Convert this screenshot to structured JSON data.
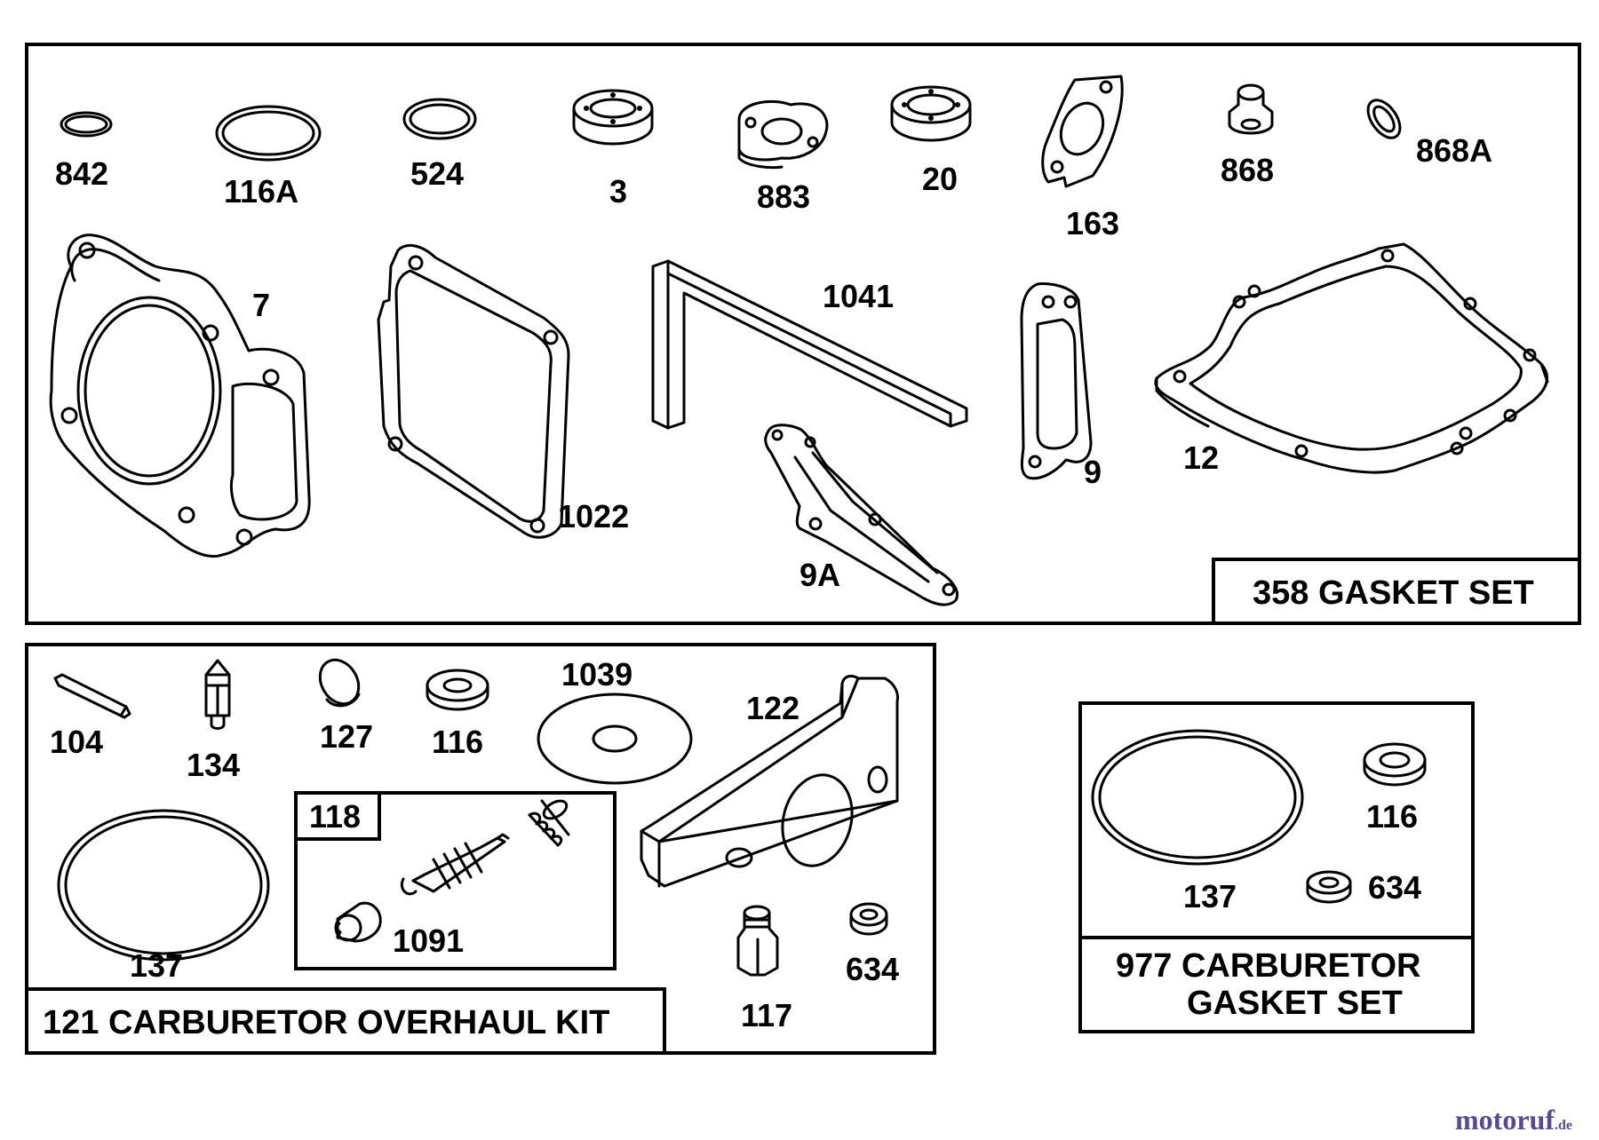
{
  "gasket_set": {
    "title": "358 GASKET SET",
    "parts": {
      "p842": "842",
      "p116A": "116A",
      "p524": "524",
      "p3": "3",
      "p883": "883",
      "p20": "20",
      "p163": "163",
      "p868": "868",
      "p868A": "868A",
      "p7": "7",
      "p1041": "1041",
      "p1022": "1022",
      "p9A": "9A",
      "p9": "9",
      "p12": "12"
    }
  },
  "overhaul_kit": {
    "title": "121 CARBURETOR OVERHAUL KIT",
    "parts": {
      "p104": "104",
      "p134": "134",
      "p127": "127",
      "p116": "116",
      "p1039": "1039",
      "p122": "122",
      "p137": "137",
      "p117": "117",
      "p634": "634"
    },
    "sub_kit": {
      "title": "118",
      "parts": {
        "p1091": "1091"
      }
    }
  },
  "carb_gasket_set": {
    "title_line1": "977 CARBURETOR",
    "title_line2": "GASKET SET",
    "parts": {
      "p137": "137",
      "p116": "116",
      "p634": "634"
    }
  },
  "watermark": {
    "brand": "motoruf",
    "tld": ".de",
    "brand_color": "#5a4b8c"
  }
}
